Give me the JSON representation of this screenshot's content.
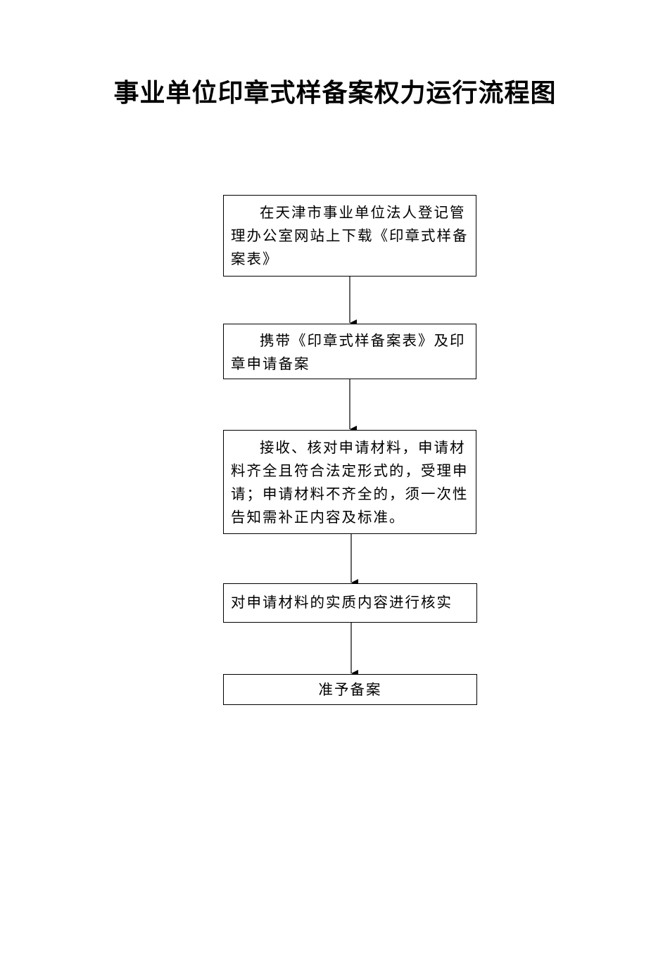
{
  "title": "事业单位印章式样备案权力运行流程图",
  "steps": [
    {
      "text": "在天津市事业单位法人登记管理办公室网站上下载《印章式样备案表》"
    },
    {
      "text": "携带《印章式样备案表》及印章申请备案"
    },
    {
      "text": "接收、核对申请材料，申请材料齐全且符合法定形式的，受理申请；申请材料不齐全的，须一次性告知需补正内容及标准。"
    },
    {
      "text": "对申请材料的实质内容进行核实"
    },
    {
      "text": "准予备案"
    }
  ]
}
